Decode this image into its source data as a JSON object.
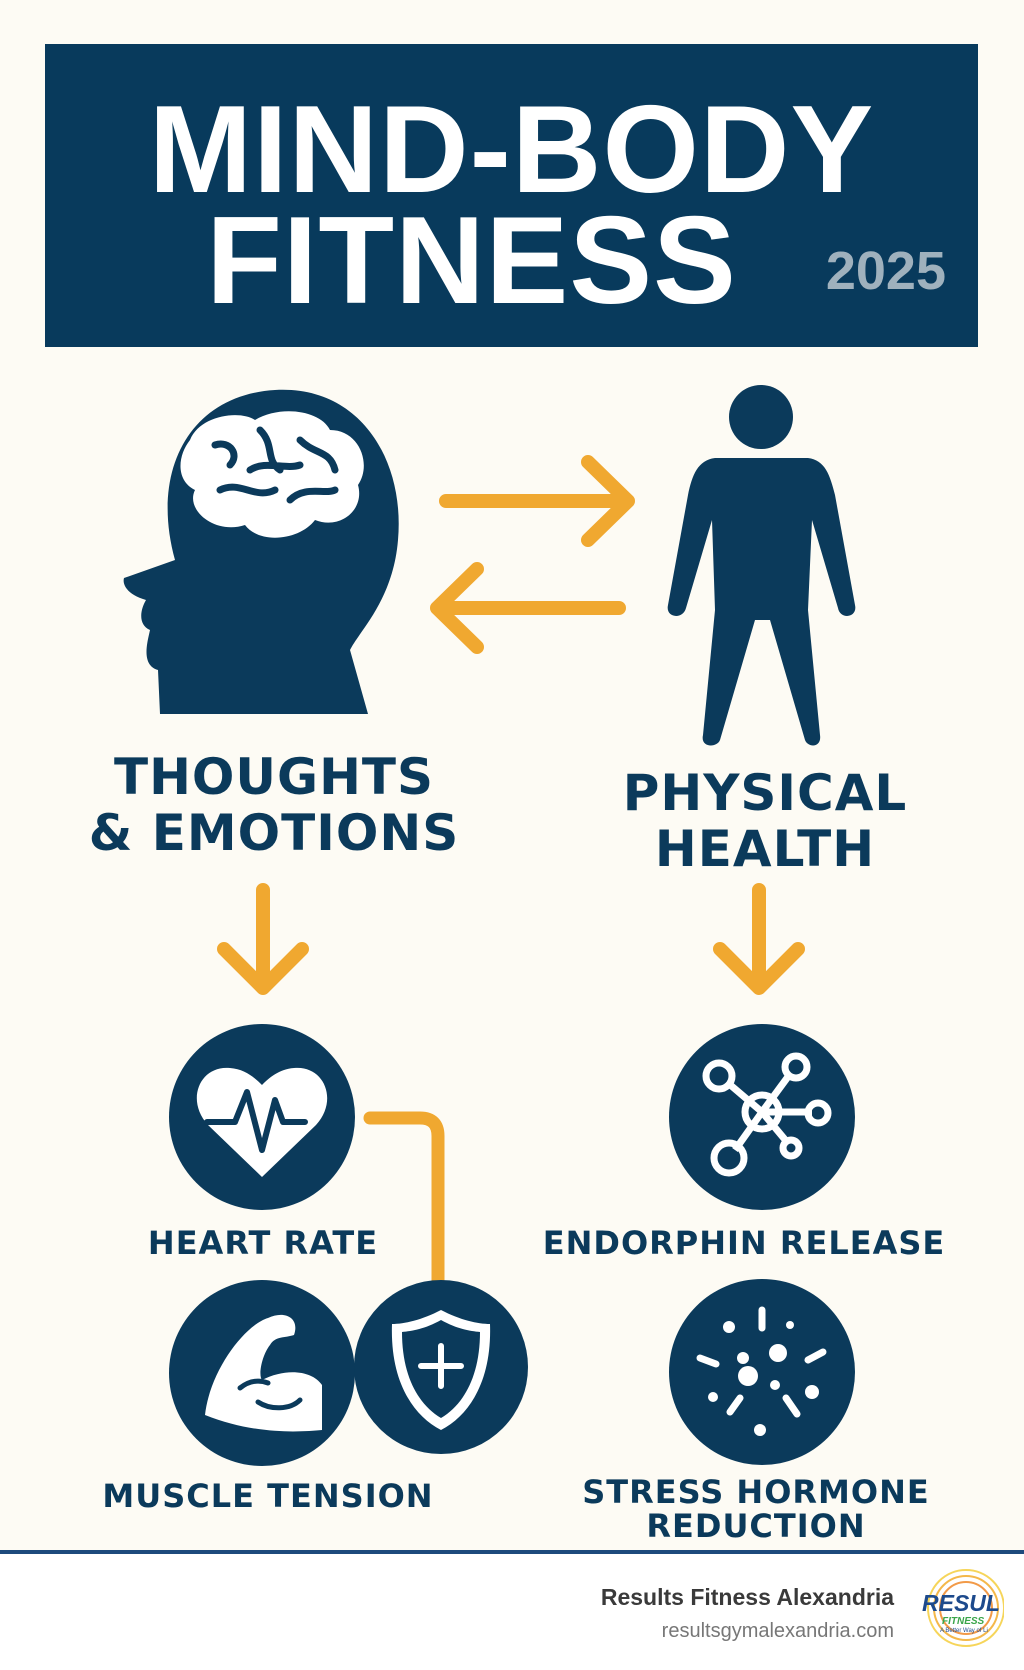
{
  "header": {
    "title_line1": "MIND-BODY",
    "title_line2": "FITNESS",
    "year": "2025"
  },
  "left": {
    "heading_line1": "THOUGHTS",
    "heading_line2": "& EMOTIONS",
    "icon": "head-brain-icon"
  },
  "right": {
    "heading_line1": "PHYSICAL",
    "heading_line2": "HEALTH",
    "icon": "human-body-icon"
  },
  "items": [
    {
      "label": "HEART RATE",
      "icon": "heart-pulse-icon"
    },
    {
      "label": "ENDORPHIN RELEASE",
      "icon": "molecule-icon"
    },
    {
      "label": "MUSCLE TENSION",
      "icon": "flexed-arm-icon"
    },
    {
      "label": "",
      "icon": "shield-plus-icon"
    },
    {
      "label_line1": "STRESS HORMONE",
      "label_line2": "REDUCTION",
      "icon": "burst-icon"
    }
  ],
  "footer": {
    "brand": "Results Fitness Alexandria",
    "url": "resultsgymalexandria.com",
    "logo_text": "RESULTS",
    "logo_sub": "FITNESS",
    "logo_tagline": "A Better Way of Life"
  },
  "colors": {
    "navy": "#0b3a5b",
    "orange": "#f0a830",
    "background": "#fdfbf4"
  }
}
